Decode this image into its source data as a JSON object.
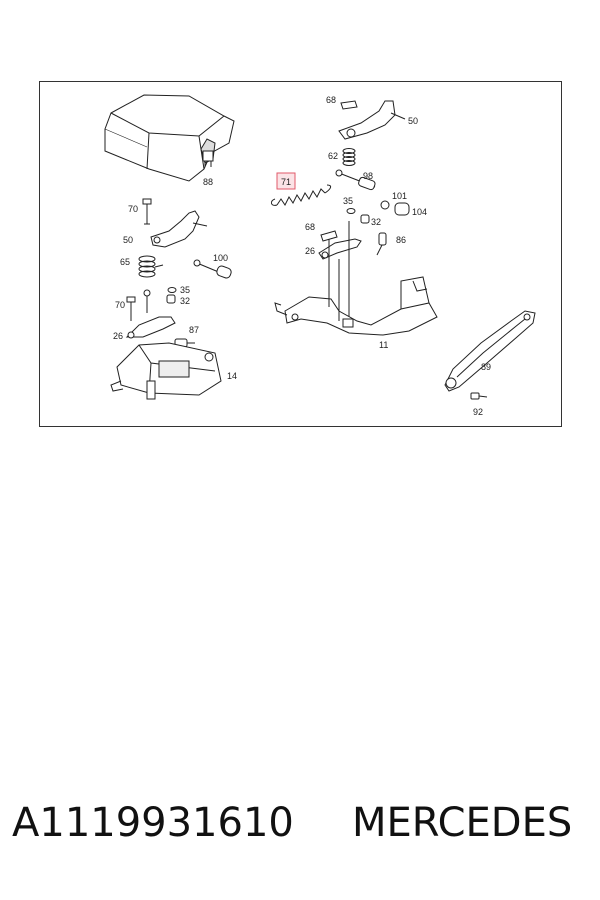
{
  "diagram": {
    "highlight_color": "#e05a6a",
    "highlight_fill": "#fbe3e6",
    "callouts": {
      "c68a": "68",
      "c50a": "50",
      "c62": "62",
      "c98": "98",
      "c71": "71",
      "c101": "101",
      "c35a": "35",
      "c104": "104",
      "c32a": "32",
      "c68b": "68",
      "c86": "86",
      "c26a": "26",
      "c88": "88",
      "c70a": "70",
      "c50b": "50",
      "c100": "100",
      "c65": "65",
      "c35b": "35",
      "c32b": "32",
      "c70b": "70",
      "c87": "87",
      "c26b": "26",
      "c14": "14",
      "c11": "11",
      "c89": "89",
      "c92": "92"
    }
  },
  "footer": {
    "part_number": "A1119931610",
    "brand": "MERCEDES"
  }
}
